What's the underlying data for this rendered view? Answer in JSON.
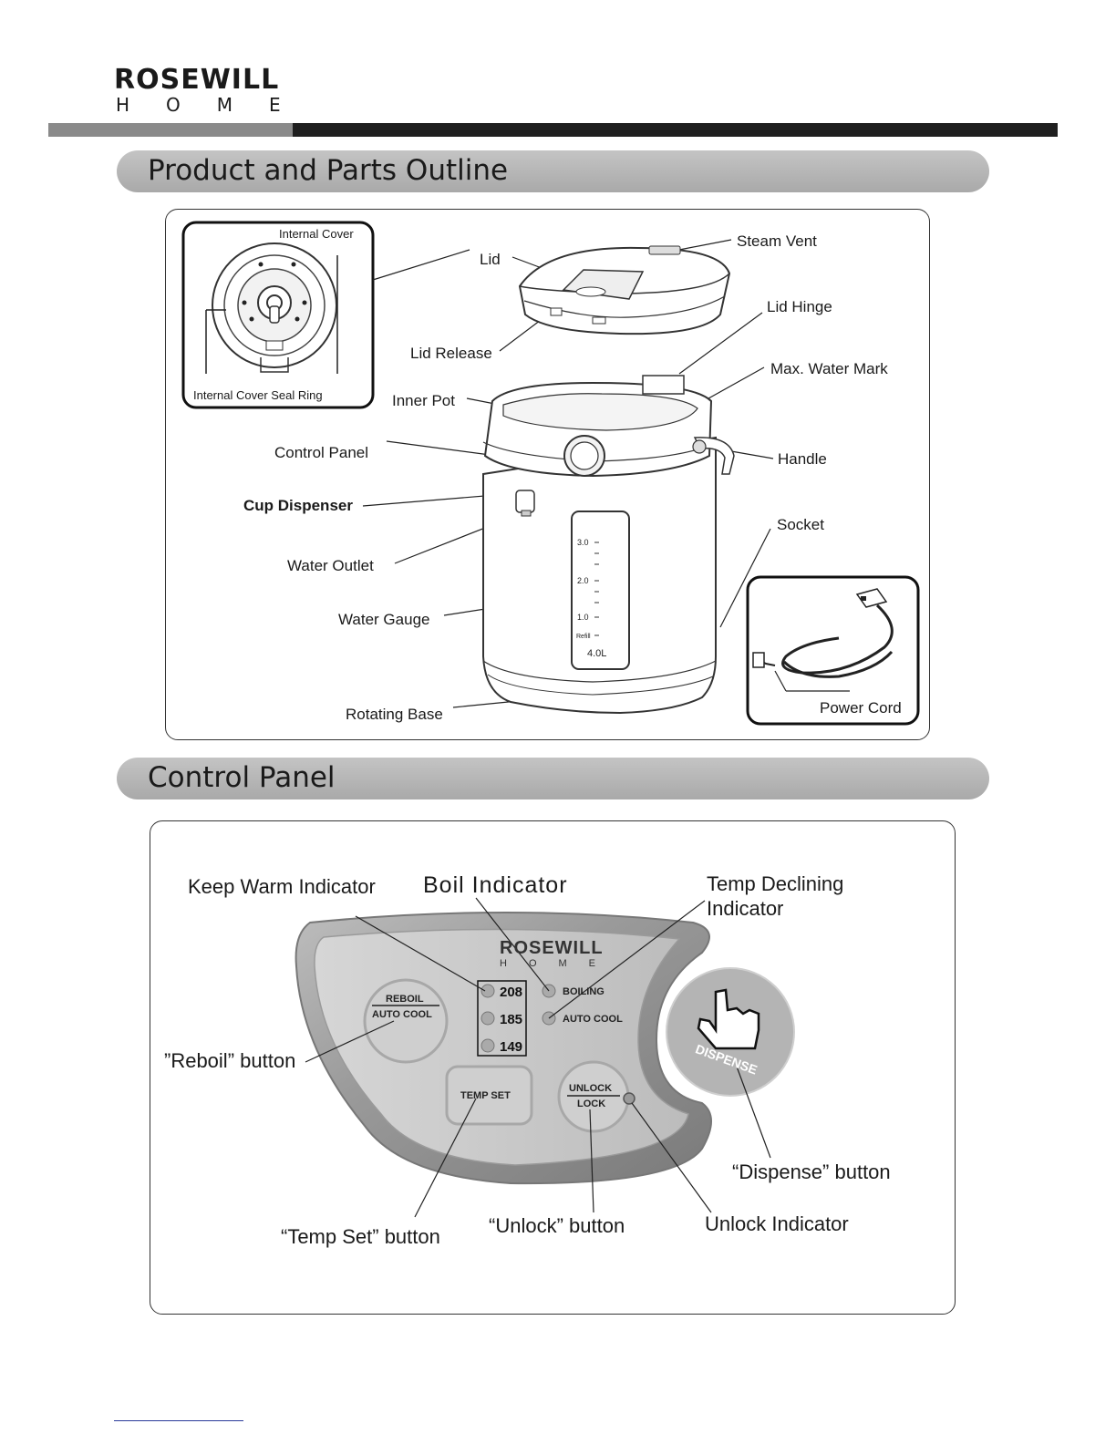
{
  "header": {
    "brand_name": "ROSEWILL",
    "brand_sub": "HOME"
  },
  "section1": {
    "title": "Product and Parts Outline",
    "labels": {
      "internal_cover": "Internal Cover",
      "internal_cover_seal_ring": "Internal Cover Seal Ring",
      "lid": "Lid",
      "steam_vent": "Steam Vent",
      "lid_hinge": "Lid Hinge",
      "lid_release": "Lid Release",
      "max_water_mark": "Max. Water Mark",
      "inner_pot": "Inner Pot",
      "control_panel": "Control Panel",
      "handle": "Handle",
      "cup_dispenser": "Cup Dispenser",
      "socket": "Socket",
      "water_outlet": "Water Outlet",
      "water_gauge": "Water Gauge",
      "rotating_base": "Rotating Base",
      "power_cord": "Power Cord"
    },
    "gauge": {
      "marks": [
        "3.0",
        "2.0",
        "1.0",
        "Refill",
        "4.0L"
      ]
    }
  },
  "section2": {
    "title": "Control Panel",
    "labels": {
      "keep_warm_indicator": "Keep Warm Indicator",
      "boil_indicator": "Boil Indicator",
      "temp_declining_line1": "Temp Declining",
      "temp_declining_line2": "Indicator",
      "reboil_button": "”Reboil” button",
      "dispense_button": "“Dispense”  button",
      "temp_set_button": "“Temp Set”  button",
      "unlock_button": "“Unlock”  button",
      "unlock_indicator": "Unlock Indicator"
    },
    "panel": {
      "brand_name": "ROSEWILL",
      "brand_sub": "HOME",
      "reboil_top": "REBOIL",
      "reboil_bottom": "AUTO COOL",
      "temps": [
        "208",
        "185",
        "149"
      ],
      "boiling": "BOILING",
      "auto_cool": "AUTO COOL",
      "temp_set": "TEMP SET",
      "unlock": "UNLOCK",
      "lock": "LOCK",
      "dispense": "DISPENSE"
    }
  }
}
